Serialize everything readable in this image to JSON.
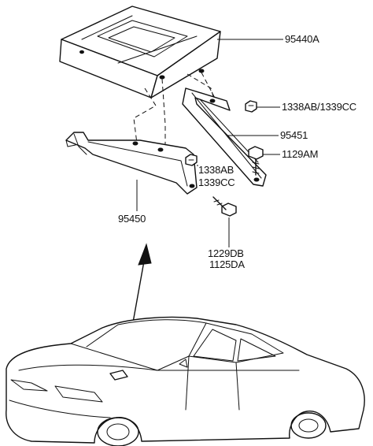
{
  "labels": {
    "ecu": "95440A",
    "nut_upper": "1338AB/1339CC",
    "bracket_right": "95451",
    "bolt_right": "1129AM",
    "nut_lower_a": "1338AB",
    "nut_lower_b": "1339CC",
    "bracket_left": "95450",
    "bolt_lower_a": "1229DB",
    "bolt_lower_b": "1125DA"
  }
}
